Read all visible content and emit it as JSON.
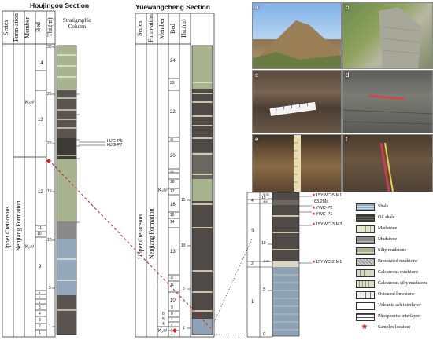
{
  "houjingou": {
    "title": "Houjingou Section",
    "headers": {
      "series": "Series",
      "formation": "Form-ation",
      "member": "Member",
      "bed": "Bed",
      "thickness": "Thi.(m)",
      "column": "Stratigraphic Column"
    },
    "series_text": "Upper Cretaceous",
    "formation_text": "Nenjiang Formation",
    "member_upper": "K₂n²",
    "member_lower": "K₂n¹",
    "ticks": [
      "30",
      "25",
      "20",
      "15",
      "10",
      "5",
      "1"
    ],
    "beds": [
      "14",
      "13",
      "12",
      "11",
      "10",
      "9",
      "8",
      "7",
      "6",
      "5",
      "4",
      "3",
      "2",
      "1"
    ],
    "samples": [
      "HJG-P5",
      "HJG-P7"
    ]
  },
  "yuewangcheng": {
    "title": "Yuewangcheng Section",
    "headers": {
      "series": "Series",
      "formation": "Form-ation",
      "member": "Member",
      "bed": "Bed",
      "thickness": "Thi.(m)"
    },
    "series_text": "Upper Cretaceous",
    "formation_text": "Nenjiang Formation",
    "member_upper": "K₂n²",
    "member_lower": "K₂n¹",
    "ticks": [
      "15",
      "10",
      "5",
      "1"
    ],
    "beds": [
      "24",
      "23",
      "22",
      "21",
      "20",
      "19",
      "18",
      "17",
      "16",
      "15",
      "14",
      "13",
      "12",
      "11",
      "10",
      "9",
      "8",
      "7",
      "6",
      "5",
      "4",
      "3",
      "2",
      "1"
    ]
  },
  "detail": {
    "ticks": [
      "15",
      "10",
      "5",
      "0"
    ],
    "beds": [
      "4",
      "3",
      "2",
      "1"
    ],
    "marks": [
      "5.35",
      "4.8",
      "3.35"
    ],
    "samples": [
      "15YWC-5-M1",
      "83.2Ma",
      "YWC-P2",
      "YWC-P1",
      "15YWC-3-M3",
      "15YWC-2-M1"
    ]
  },
  "photos": [
    "a",
    "b",
    "c",
    "d",
    "e",
    "f"
  ],
  "legend": [
    {
      "label": "Shale",
      "color": "#93a8bb"
    },
    {
      "label": "Oil shale",
      "color": "#3e3a36"
    },
    {
      "label": "Marlstone",
      "color": "#e9e6d2"
    },
    {
      "label": "Mudstone",
      "color": "#8a8a8a"
    },
    {
      "label": "Silty mudstone",
      "color": "#a7b48e"
    },
    {
      "label": "Brecciated mudstone",
      "color": "#c9c9c9"
    },
    {
      "label": "Calcareous mudstone",
      "color": "#d9d6c4"
    },
    {
      "label": "Calcareous silty mudstone",
      "color": "#dcdccc"
    },
    {
      "label": "Ostracod limestone",
      "color": "#eeeeee"
    },
    {
      "label": "Volcanic ash  interlayer",
      "color": "#ffffff"
    },
    {
      "label": "Phosphorite interlayer",
      "color": "#ffffff"
    },
    {
      "label": "Samples location",
      "color": "#d62020"
    }
  ]
}
